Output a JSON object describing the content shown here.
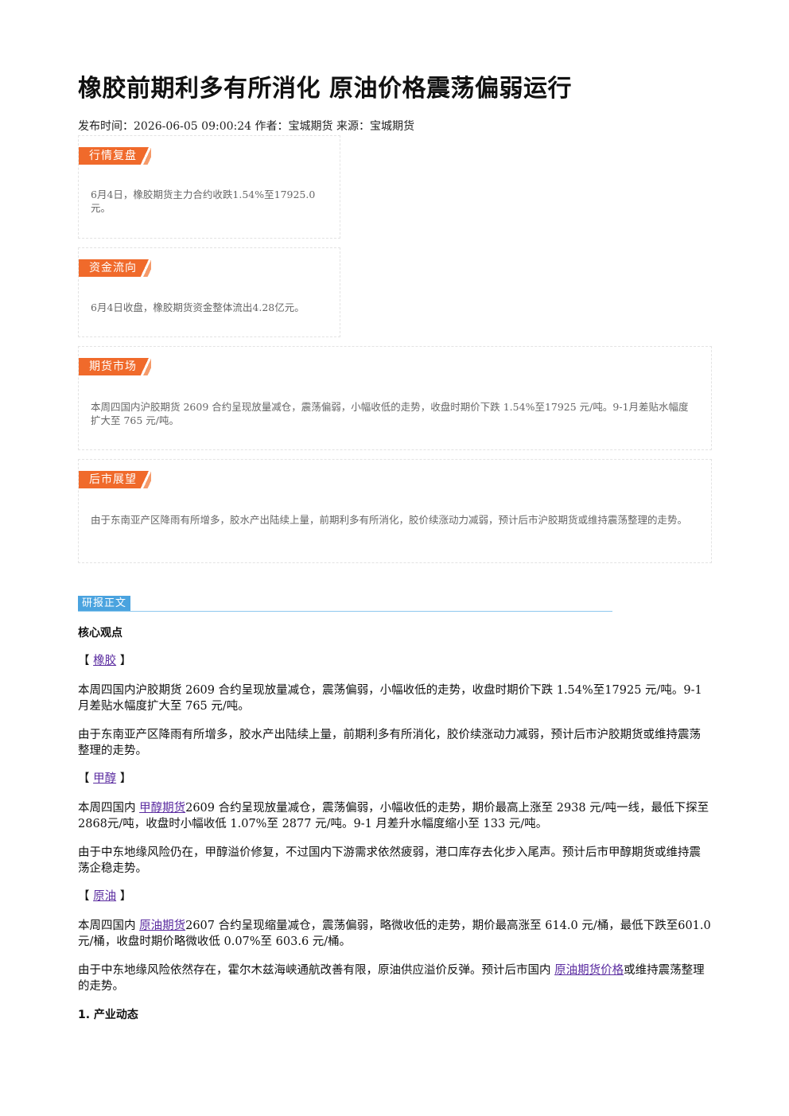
{
  "article": {
    "title": "橡胶前期利多有所消化 原油价格震荡偏弱运行",
    "meta": "发布时间：2026-06-05 09:00:24 作者：宝城期货 来源：宝城期货"
  },
  "cards": [
    {
      "tag": "行情复盘",
      "text": "6月4日，橡胶期货主力合约收跌1.54%至17925.0元。"
    },
    {
      "tag": "资金流向",
      "text": "6月4日收盘，橡胶期货资金整体流出4.28亿元。"
    },
    {
      "tag": "期货市场",
      "text": "本周四国内沪胶期货 2609 合约呈现放量减仓，震荡偏弱，小幅收低的走势，收盘时期价下跌 1.54%至17925 元/吨。9-1月差贴水幅度扩大至 765 元/吨。"
    },
    {
      "tag": "后市展望",
      "text": "由于东南亚产区降雨有所增多，胶水产出陆续上量，前期利多有所消化，胶价续涨动力减弱，预计后市沪胶期货或维持震荡整理的走势。"
    }
  ],
  "report": {
    "section_label": "研报正文",
    "core_heading": "核心观点",
    "rubber": {
      "bracket_open": "【",
      "bracket_close": "】",
      "link": "橡胶",
      "p1": "本周四国内沪胶期货 2609 合约呈现放量减仓，震荡偏弱，小幅收低的走势，收盘时期价下跌 1.54%至17925 元/吨。9-1月差贴水幅度扩大至 765 元/吨。",
      "p2": "由于东南亚产区降雨有所增多，胶水产出陆续上量，前期利多有所消化，胶价续涨动力减弱，预计后市沪胶期货或维持震荡整理的走势。"
    },
    "methanol": {
      "link": "甲醇",
      "p1_pre": "本周四国内",
      "p1_link": "甲醇期货",
      "p1_post": "2609 合约呈现放量减仓，震荡偏弱，小幅收低的走势，期价最高上涨至 2938 元/吨一线，最低下探至2868元/吨，收盘时小幅收低 1.07%至 2877 元/吨。9-1 月差升水幅度缩小至 133 元/吨。",
      "p2": "由于中东地缘风险仍在，甲醇溢价修复，不过国内下游需求依然疲弱，港口库存去化步入尾声。预计后市甲醇期货或维持震荡企稳走势。"
    },
    "crude": {
      "link": "原油",
      "p1_pre": "本周四国内",
      "p1_link": "原油期货",
      "p1_post": "2607 合约呈现缩量减仓，震荡偏弱，略微收低的走势，期价最高涨至 614.0 元/桶，最低下跌至601.0元/桶，收盘时期价略微收低 0.07%至 603.6 元/桶。",
      "p2_pre": "由于中东地缘风险依然存在，霍尔木兹海峡通航改善有限，原油供应溢价反弹。预计后市国内",
      "p2_link": "原油期货价格",
      "p2_post": "或维持震荡整理的走势。"
    },
    "industry_heading": "1. 产业动态"
  }
}
